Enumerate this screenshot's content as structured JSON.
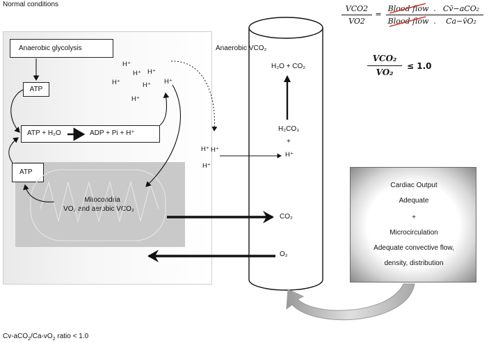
{
  "title": "Normal conditions",
  "footer": {
    "prefix": "Cv-aCO",
    "sub1": "2",
    "mid": "/Ca-vO",
    "sub2": "2",
    "suffix": " ratio < 1.0"
  },
  "cell": {
    "anaerobic_glycolysis": "Anaerobic glycolysis",
    "atp_top": "ATP",
    "reaction": "ATP + H₂O",
    "reaction_products": "ADP + Pi  + H⁺",
    "atp_bottom": "ATP",
    "mito_title": "Mitocondria",
    "mito_sub": "VO₂ and aerobic VCO₂",
    "h_ion": "H⁺"
  },
  "vessel": {
    "anaerobic_vco2": "Anaerobic VCO₂",
    "h2o_co2": "H₂O + CO₂",
    "h2co3": "H₂CO₃",
    "plus": "+",
    "h_ion": "H⁺",
    "co2": "CO₂",
    "o2": "O₂"
  },
  "equation": {
    "lhs_num": "VCO2",
    "lhs_den": "VO2",
    "equals": "=",
    "rhs_num_flow": "Blood flow",
    "rhs_num_dot": ".",
    "rhs_num_term": "Cv̄−aCO₂",
    "rhs_den_flow": "Blood flow",
    "rhs_den_dot": ".",
    "rhs_den_term": "Ca−v̄O₂",
    "ratio_num": "VCO₂",
    "ratio_den": "VO₂",
    "ratio_rel": "≤  1.0"
  },
  "output_box": {
    "lines": [
      "Cardiac Output",
      "Adequate",
      "+",
      "Microcirculation",
      "Adequate convective flow,",
      "density, distribution"
    ]
  },
  "colors": {
    "strike": "#d9372c",
    "arrow": "#111111",
    "return_arrow": "#bfbfbf"
  }
}
